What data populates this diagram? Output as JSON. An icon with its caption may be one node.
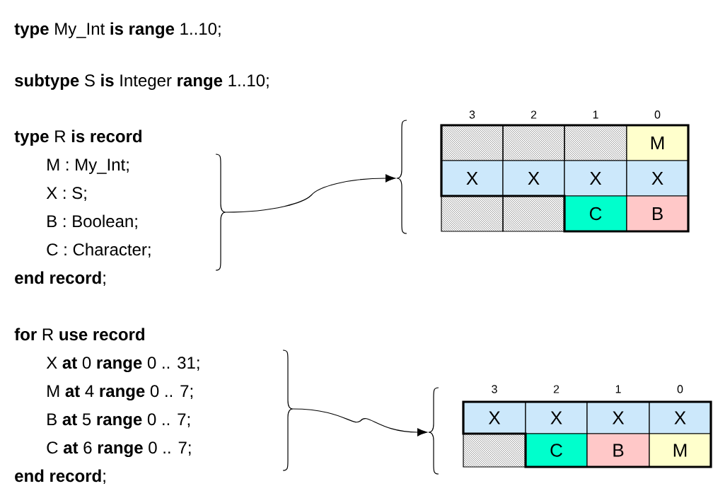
{
  "diagram": {
    "nodes": [
      {
        "text": [],
        "shape": "brace"
      },
      {
        "text": [],
        "shape": "brace"
      },
      {
        "text": [],
        "shape": "box"
      },
      {
        "text": [],
        "shape": "box"
      },
      {
        "text": [],
        "shape": "box"
      },
      {
        "text": [
          "M"
        ]
      },
      {
        "text": [
          "X"
        ]
      },
      {
        "text": [
          "X"
        ]
      },
      {
        "text": [
          "X"
        ]
      },
      {
        "text": [
          "X"
        ]
      },
      {
        "text": [],
        "shape": "box"
      },
      {
        "text": [],
        "shape": "box"
      },
      {
        "text": [
          "C"
        ]
      },
      {
        "text": [
          "B"
        ]
      },
      {
        "text": [],
        "shape": "brace"
      },
      {
        "text": [],
        "shape": "brace"
      },
      {
        "text": [
          "X"
        ]
      },
      {
        "text": [
          "X"
        ]
      },
      {
        "text": [
          "X"
        ]
      },
      {
        "text": [
          "X"
        ]
      },
      {
        "text": [],
        "shape": "box"
      },
      {
        "text": [
          "C"
        ]
      },
      {
        "text": [
          "B"
        ]
      },
      {
        "text": [
          "M"
        ]
      }
    ],
    "edges": [
      {
        "from": 0,
        "to": 1,
        "arrow": "to"
      },
      {
        "from": 14,
        "to": 15,
        "arrow": "to"
      }
    ],
    "labels": [
      "**type** My_Int **is range** 1..10;",
      "**subtype** S **is** Integer **range** 1..10;",
      "**type** R **is record**",
      "M : My_Int;",
      "X : S;",
      "B : Boolean;",
      "C : Character;",
      "**end record**;",
      "**for** R **use record**",
      "X **at** 0 **range** 0 .. 31;",
      "M **at** 4 **range** 0 .. 7;",
      "B **at** 5 **range** 0 .. 7;",
      "C **at** 6 **range** 0 .. 7;",
      "**end record**;",
      "3",
      "2",
      "1",
      "0",
      "3",
      "2",
      "1",
      "0"
    ]
  }
}
